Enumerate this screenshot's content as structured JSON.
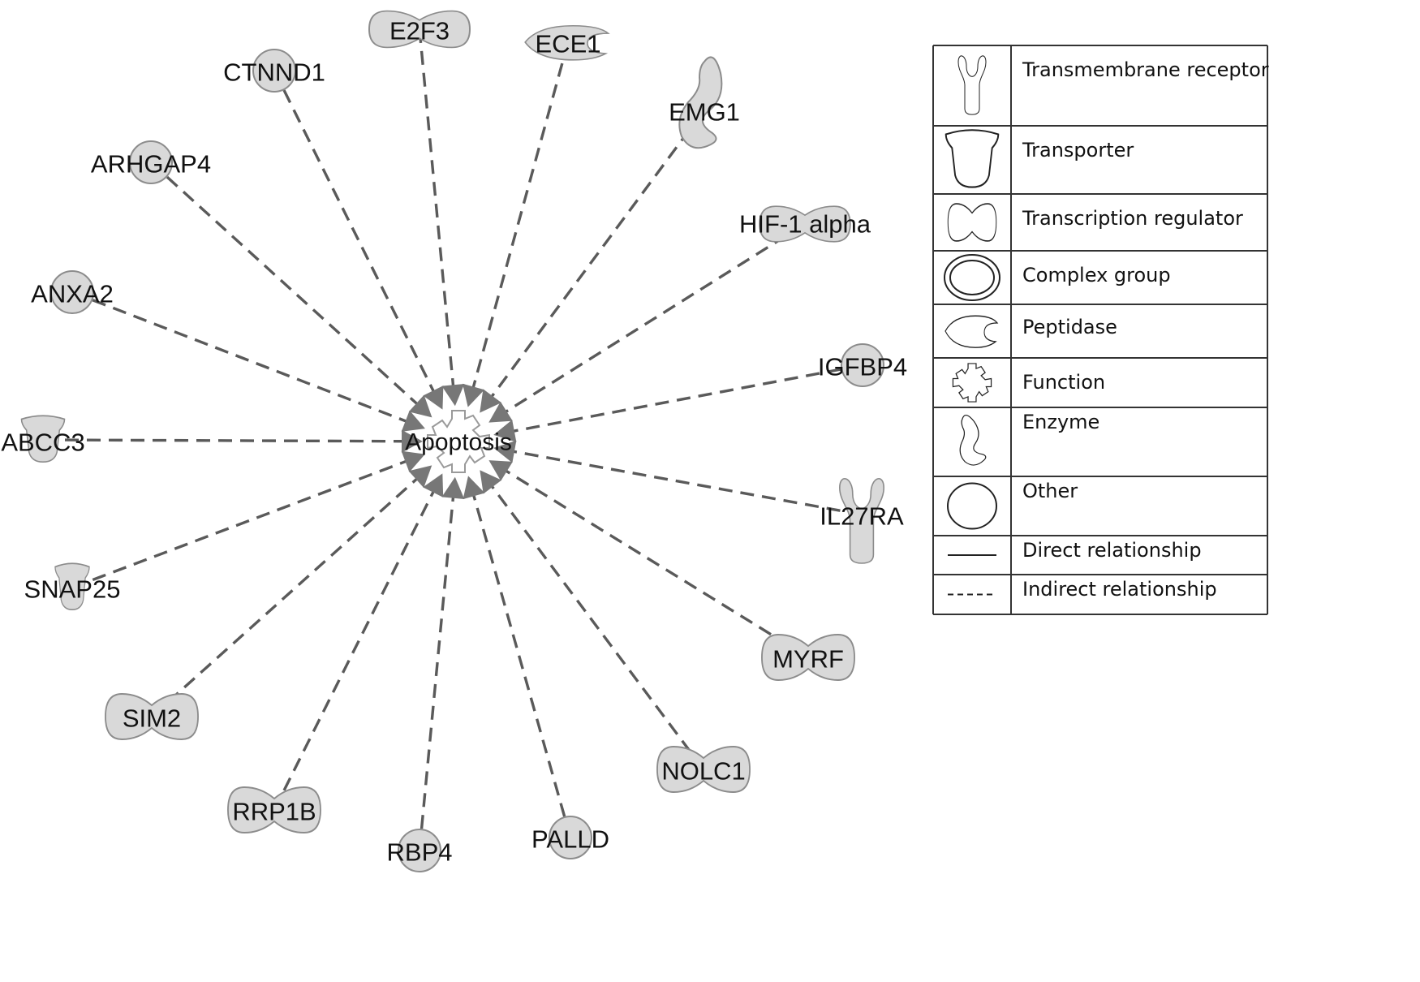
{
  "diagram": {
    "center": {
      "label": "Apoptosis",
      "type": "function"
    },
    "nodes": [
      {
        "id": "e2f3",
        "label": "E2F3",
        "type": "transcription-regulator"
      },
      {
        "id": "ece1",
        "label": "ECE1",
        "type": "peptidase"
      },
      {
        "id": "emg1",
        "label": "EMG1",
        "type": "enzyme"
      },
      {
        "id": "hif1a",
        "label": "HIF-1 alpha",
        "type": "transcription-regulator"
      },
      {
        "id": "igfbp4",
        "label": "IGFBP4",
        "type": "other"
      },
      {
        "id": "il27ra",
        "label": "IL27RA",
        "type": "transmembrane-receptor"
      },
      {
        "id": "myrf",
        "label": "MYRF",
        "type": "transcription-regulator"
      },
      {
        "id": "nolc1",
        "label": "NOLC1",
        "type": "transcription-regulator"
      },
      {
        "id": "palld",
        "label": "PALLD",
        "type": "other"
      },
      {
        "id": "rbp4",
        "label": "RBP4",
        "type": "other"
      },
      {
        "id": "rrp1b",
        "label": "RRP1B",
        "type": "transcription-regulator"
      },
      {
        "id": "sim2",
        "label": "SIM2",
        "type": "transcription-regulator"
      },
      {
        "id": "snap25",
        "label": "SNAP25",
        "type": "transporter"
      },
      {
        "id": "abcc3",
        "label": "ABCC3",
        "type": "transporter"
      },
      {
        "id": "anxa2",
        "label": "ANXA2",
        "type": "other"
      },
      {
        "id": "arhgap4",
        "label": "ARHGAP4",
        "type": "other"
      },
      {
        "id": "ctnnd1",
        "label": "CTNND1",
        "type": "other"
      }
    ],
    "edges": [
      {
        "from": "e2f3",
        "to": "apoptosis",
        "relationship": "indirect"
      },
      {
        "from": "ece1",
        "to": "apoptosis",
        "relationship": "indirect"
      },
      {
        "from": "emg1",
        "to": "apoptosis",
        "relationship": "indirect"
      },
      {
        "from": "hif1a",
        "to": "apoptosis",
        "relationship": "indirect"
      },
      {
        "from": "igfbp4",
        "to": "apoptosis",
        "relationship": "indirect"
      },
      {
        "from": "il27ra",
        "to": "apoptosis",
        "relationship": "indirect"
      },
      {
        "from": "myrf",
        "to": "apoptosis",
        "relationship": "indirect"
      },
      {
        "from": "nolc1",
        "to": "apoptosis",
        "relationship": "indirect"
      },
      {
        "from": "palld",
        "to": "apoptosis",
        "relationship": "indirect"
      },
      {
        "from": "rbp4",
        "to": "apoptosis",
        "relationship": "indirect"
      },
      {
        "from": "rrp1b",
        "to": "apoptosis",
        "relationship": "indirect"
      },
      {
        "from": "sim2",
        "to": "apoptosis",
        "relationship": "indirect"
      },
      {
        "from": "snap25",
        "to": "apoptosis",
        "relationship": "indirect"
      },
      {
        "from": "abcc3",
        "to": "apoptosis",
        "relationship": "indirect"
      },
      {
        "from": "anxa2",
        "to": "apoptosis",
        "relationship": "indirect"
      },
      {
        "from": "arhgap4",
        "to": "apoptosis",
        "relationship": "indirect"
      },
      {
        "from": "ctnnd1",
        "to": "apoptosis",
        "relationship": "indirect"
      }
    ]
  },
  "legend": {
    "items": [
      {
        "key": "transmembrane-receptor",
        "label": "Transmembrane receptor"
      },
      {
        "key": "transporter",
        "label": "Transporter"
      },
      {
        "key": "transcription-regulator",
        "label": "Transcription regulator"
      },
      {
        "key": "complex-group",
        "label": "Complex group"
      },
      {
        "key": "peptidase",
        "label": "Peptidase"
      },
      {
        "key": "function",
        "label": "Function"
      },
      {
        "key": "enzyme",
        "label": "Enzyme"
      },
      {
        "key": "other",
        "label": "Other"
      },
      {
        "key": "direct-relationship",
        "label": "Direct relationship"
      },
      {
        "key": "indirect-relationship",
        "label": "Indirect relationship"
      }
    ]
  },
  "colors": {
    "node_fill": "#d9d9d9",
    "node_stroke": "#8c8c8c",
    "edge": "#5a5a5a",
    "arrow": "#777777"
  }
}
